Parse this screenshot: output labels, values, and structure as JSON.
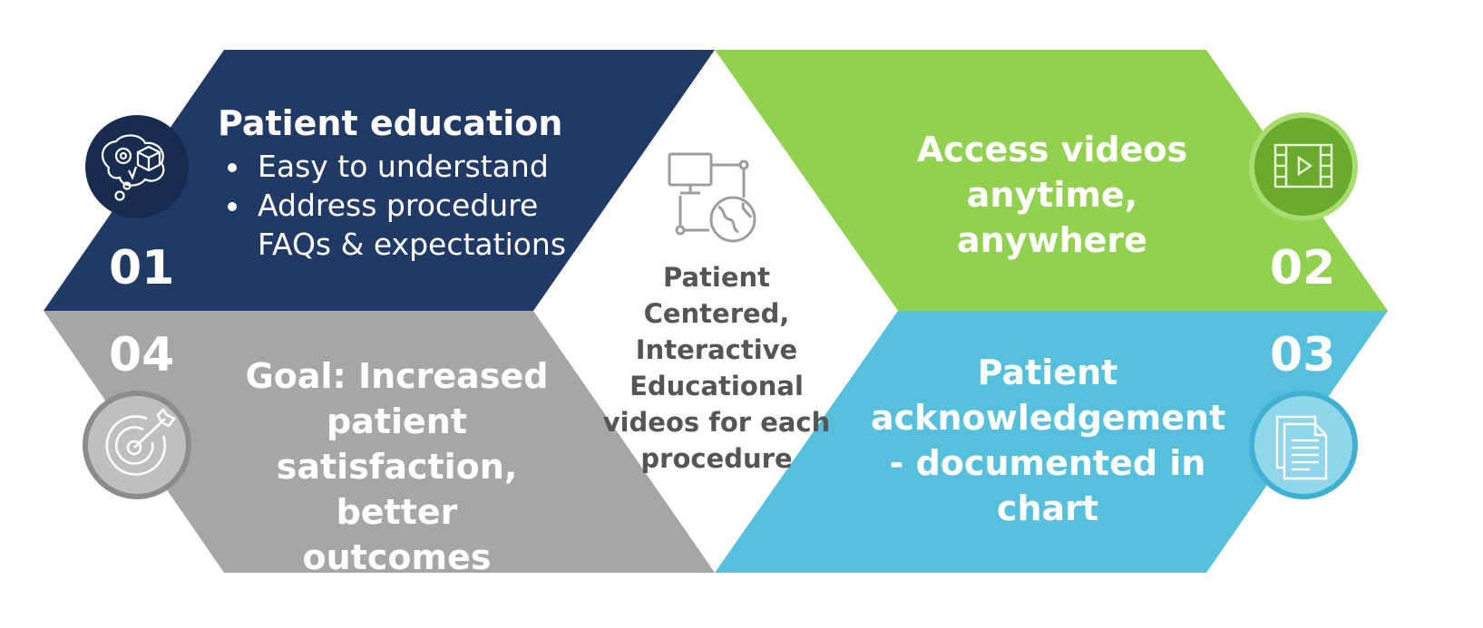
{
  "colors": {
    "navy": "#213a65",
    "green": "#92d050",
    "blue": "#55bfdc",
    "gray": "#a6a6a6",
    "center_text": "#555555",
    "icon_gray": "#9d9d9d"
  },
  "segments": [
    {
      "number": "01",
      "title": "Patient education",
      "bullets": [
        "Easy to understand",
        "Address procedure FAQs & expectations"
      ],
      "icon": "brain-lightbulb-icon"
    },
    {
      "number": "02",
      "title": "Access videos anytime, anywhere",
      "icon": "video-play-icon"
    },
    {
      "number": "03",
      "title": "Patient acknowledgement - documented in chart",
      "icon": "document-icon"
    },
    {
      "number": "04",
      "title": "Goal: Increased patient satisfaction, better outcomes",
      "icon": "target-arrow-icon"
    }
  ],
  "center": {
    "text": "Patient Centered, Interactive Educational videos for each procedure",
    "icon": "computer-globe-network-icon"
  }
}
